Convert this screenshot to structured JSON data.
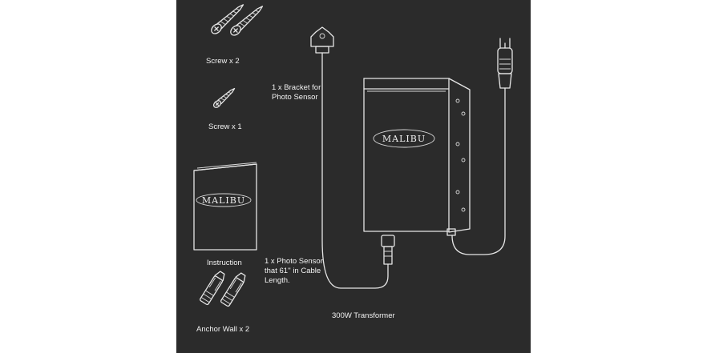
{
  "labels": {
    "screw_x2": "Screw x 2",
    "screw_x1": "Screw x 1",
    "instruction": "Instruction",
    "anchor_wall": "Anchor Wall x 2",
    "bracket_line1": "1 x Bracket for",
    "bracket_line2": "Photo Sensor",
    "sensor_line1": "1 x  Photo Sensor",
    "sensor_line2": "that 61'' in Cable",
    "sensor_line3": "Length.",
    "transformer": "300W Transformer"
  },
  "logo": {
    "brand_box": "MALIBU",
    "brand_booklet": "MALIBU"
  },
  "colors": {
    "background": "#2b2b2b",
    "line": "#e6e6e6",
    "page": "#ffffff"
  }
}
